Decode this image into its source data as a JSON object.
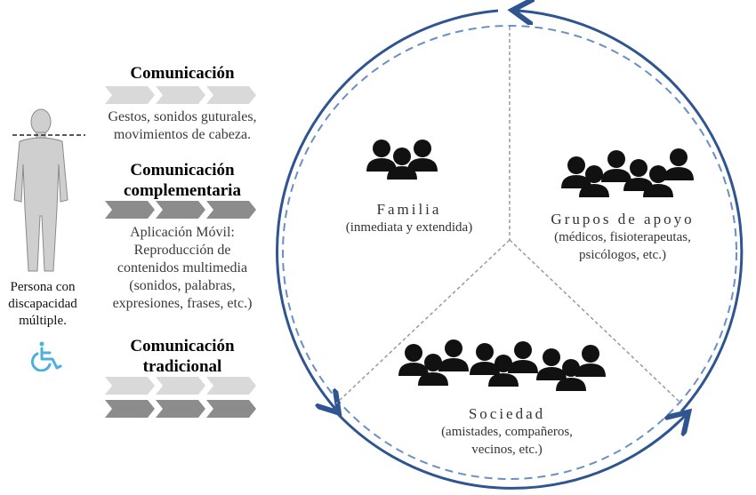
{
  "person": {
    "caption_lines": [
      "Persona con",
      "discapacidad",
      "múltiple."
    ],
    "icon": "wheelchair-icon"
  },
  "sections": [
    {
      "title_lines": [
        "Comunicación"
      ],
      "desc_lines": [
        "Gestos, sonidos guturales,",
        "movimientos de cabeza."
      ]
    },
    {
      "title_lines": [
        "Comunicación",
        "complementaria"
      ],
      "desc_lines": [
        "Aplicación Móvil:",
        "Reproducción de",
        "contenidos multimedia",
        "(sonidos, palabras,",
        "expresiones, frases, etc.)"
      ]
    },
    {
      "title_lines": [
        "Comunicación",
        "tradicional"
      ],
      "desc_lines": []
    }
  ],
  "groups": [
    {
      "title": "Familia",
      "subtitle_lines": [
        "(inmediata y extendida)"
      ]
    },
    {
      "title": "Grupos de apoyo",
      "subtitle_lines": [
        "(médicos, fisioterapeutas,",
        "psicólogos, etc.)"
      ]
    },
    {
      "title": "Sociedad",
      "subtitle_lines": [
        "(amistades, compañeros,",
        "vecinos, etc.)"
      ]
    }
  ],
  "colors": {
    "circle": "#2f5591",
    "dashed_ring": "#6a8fc4",
    "divider": "#9a9a9a",
    "chevron_light": "#d9d9d9",
    "chevron_dark": "#8c8c8c",
    "wheelchair": "#4ab0e0",
    "people": "#111111",
    "body_figure": "#c9c9c9"
  }
}
